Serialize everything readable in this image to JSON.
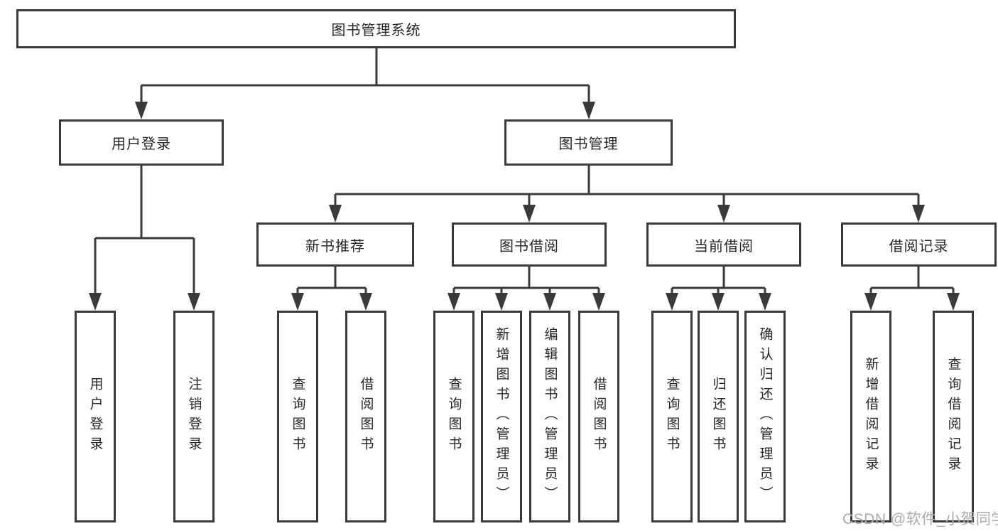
{
  "diagram": {
    "root": {
      "label": "图书管理系统"
    },
    "level2": [
      {
        "label": "用户登录"
      },
      {
        "label": "图书管理"
      }
    ],
    "level3": [
      {
        "label": "新书推荐"
      },
      {
        "label": "图书借阅"
      },
      {
        "label": "当前借阅"
      },
      {
        "label": "借阅记录"
      }
    ],
    "leaves": {
      "user_login": [
        "用户登录",
        "注销登录"
      ],
      "new_book": [
        "查询图书",
        "借阅图书"
      ],
      "borrow": [
        "查询图书",
        "新增图书（管理员）",
        "编辑图书（管理员）",
        "借阅图书"
      ],
      "current": [
        "查询图书",
        "归还图书",
        "确认归还（管理员）"
      ],
      "records": [
        "新增借阅记录",
        "查询借阅记录"
      ]
    }
  },
  "watermark": {
    "text": "CSDN @软件_小贺同学",
    "color": "#ababab"
  },
  "colors": {
    "line": "#3a3a3a",
    "box_border": "#3a3a3a",
    "text": "#262626",
    "background": "#ffffff"
  }
}
